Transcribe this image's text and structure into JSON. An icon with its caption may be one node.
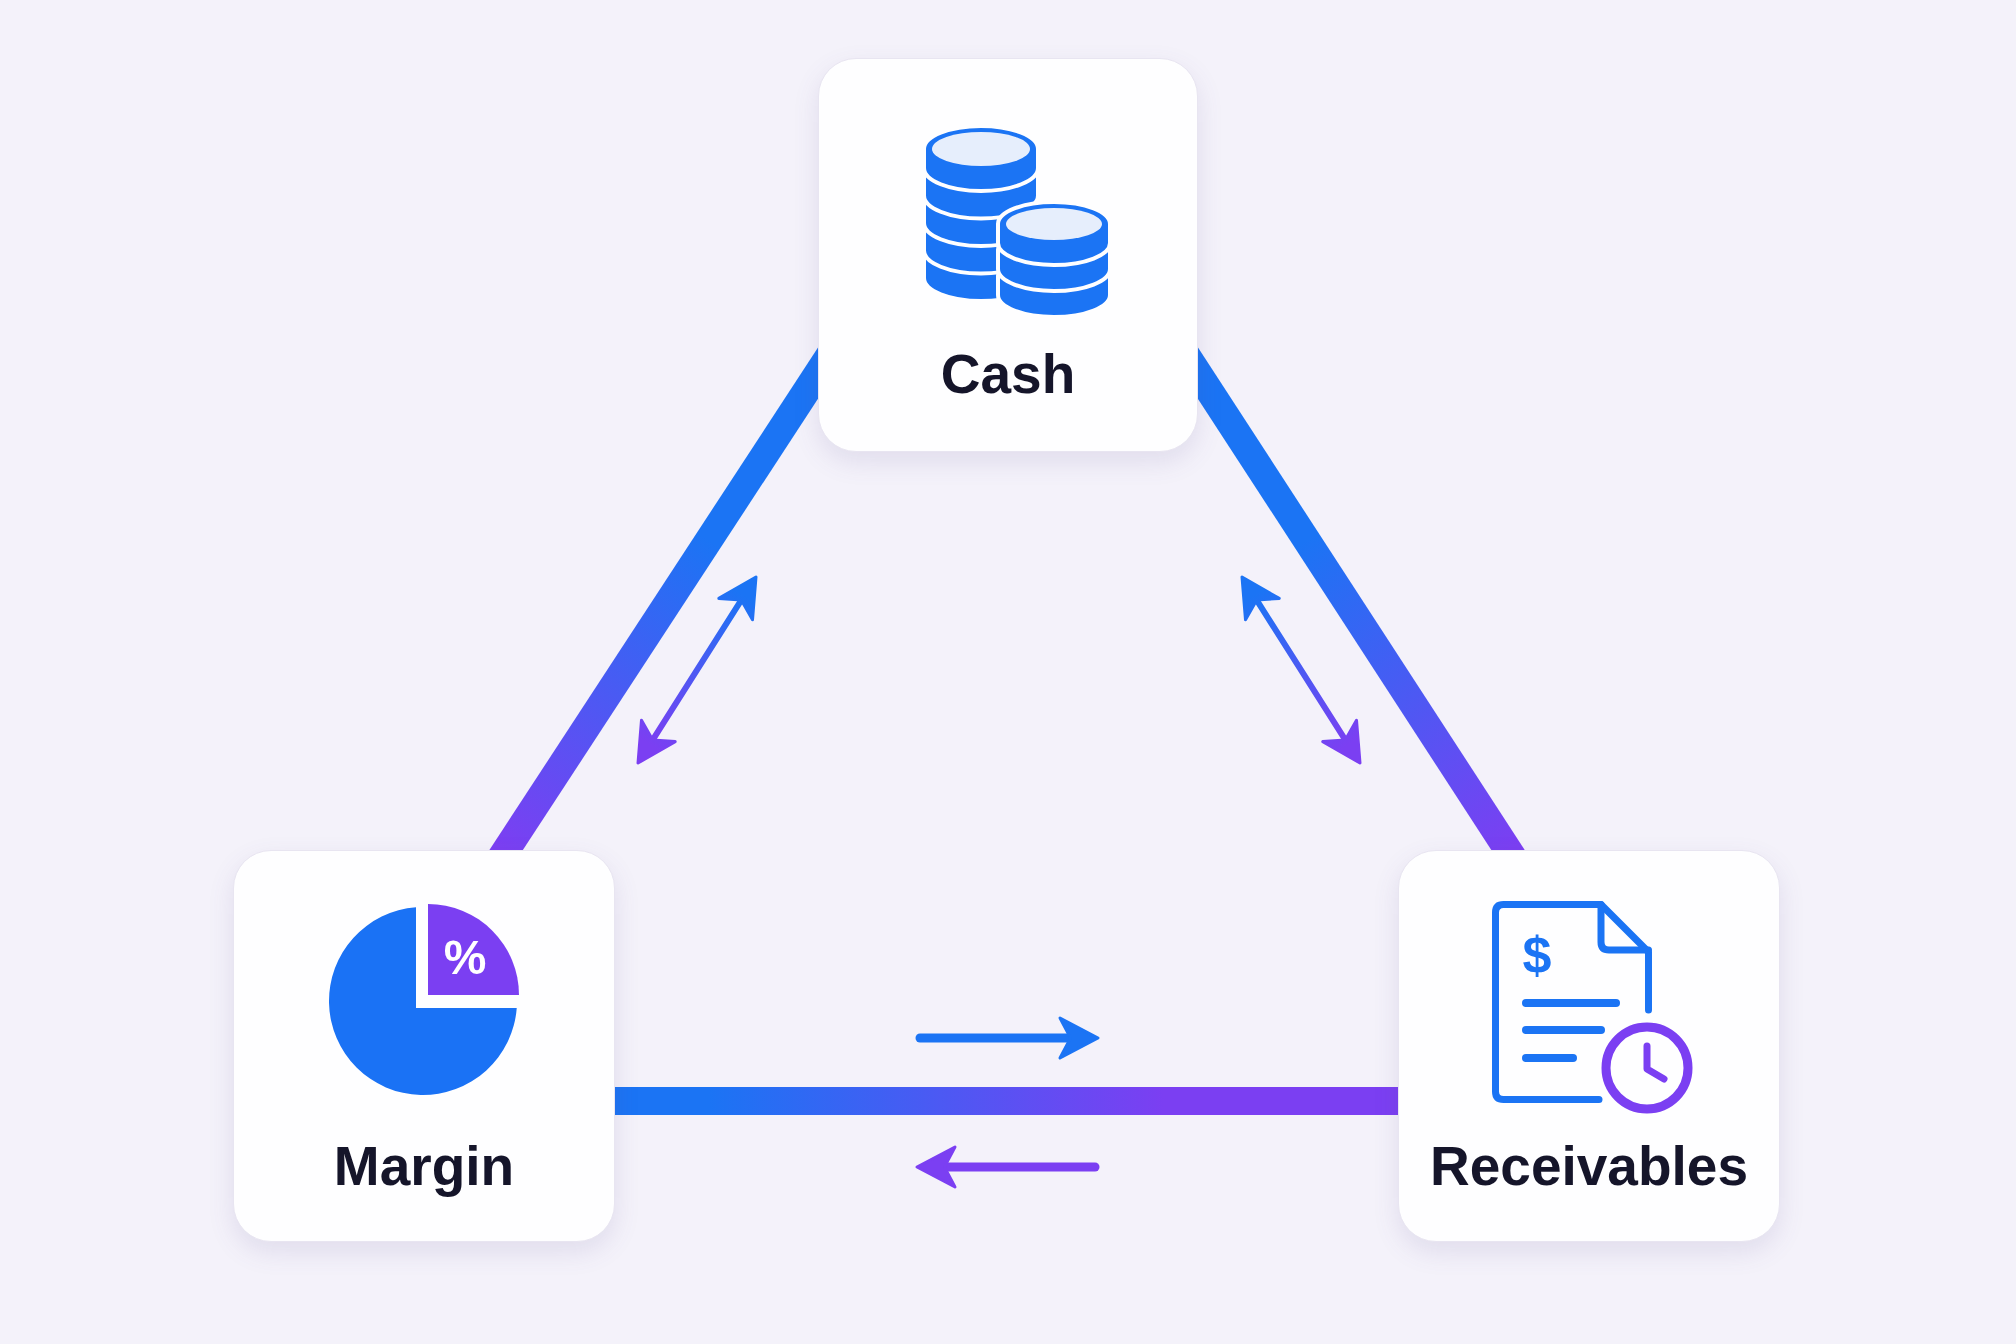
{
  "diagram": {
    "nodes": [
      {
        "text": [
          "Cash"
        ]
      },
      {
        "text": [
          "Margin"
        ]
      },
      {
        "text": [
          "Receivables"
        ]
      }
    ],
    "edges": [
      {
        "from": 0,
        "to": 1,
        "arrow": "none",
        "style": "thick"
      },
      {
        "from": 0,
        "to": 2,
        "arrow": "none",
        "style": "thick"
      },
      {
        "from": 1,
        "to": 2,
        "arrow": "none",
        "style": "thick"
      }
    ],
    "labels": [
      "%",
      "$"
    ]
  }
}
